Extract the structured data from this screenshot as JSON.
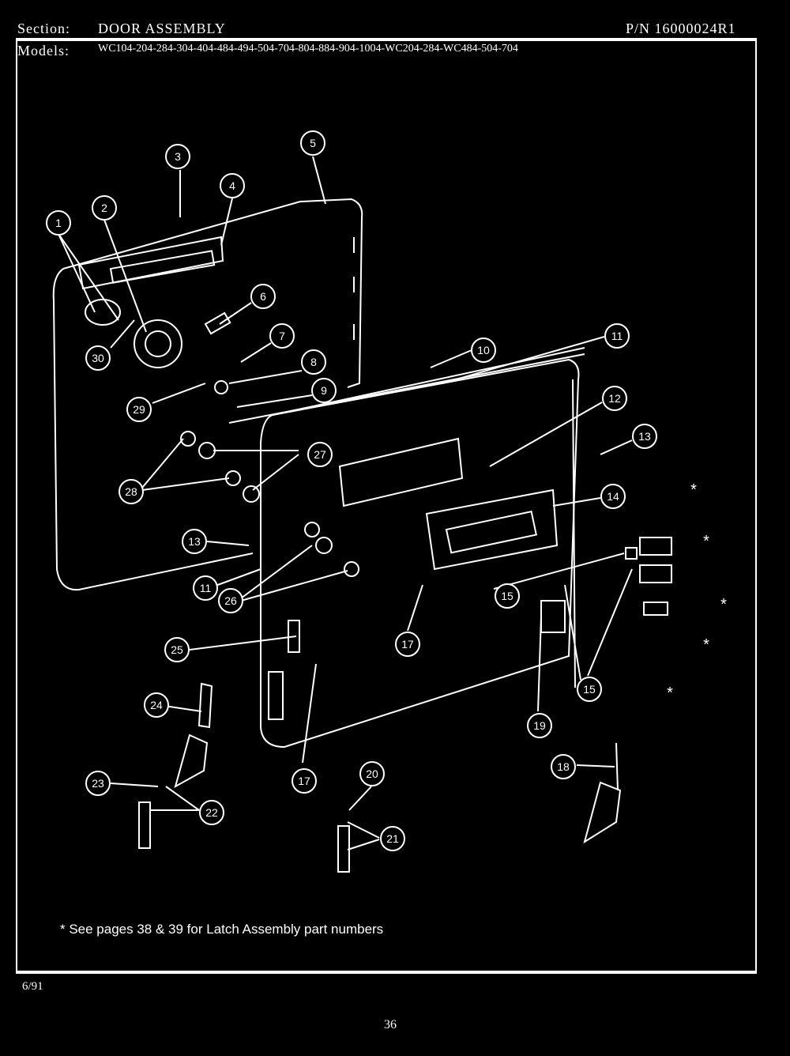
{
  "header": {
    "section_label": "Section:",
    "section_value": "DOOR ASSEMBLY",
    "part_number": "P/N 16000024R1",
    "models_label": "Models:",
    "models_value": "WC104-204-284-304-404-484-494-504-704-804-884-904-1004-WC204-284-WC484-504-704"
  },
  "callouts": [
    "1",
    "2",
    "3",
    "4",
    "5",
    "6",
    "7",
    "8",
    "9",
    "10",
    "11",
    "12",
    "13",
    "14",
    "15",
    "17",
    "19",
    "24",
    "25",
    "26",
    "27",
    "28",
    "29",
    "30",
    "13",
    "11",
    "15",
    "17",
    "18",
    "20",
    "21",
    "22",
    "23"
  ],
  "latch_marker": "*",
  "footnote": "* See pages 38 & 39 for Latch Assembly part numbers",
  "date": "6/91",
  "page_number": "36"
}
